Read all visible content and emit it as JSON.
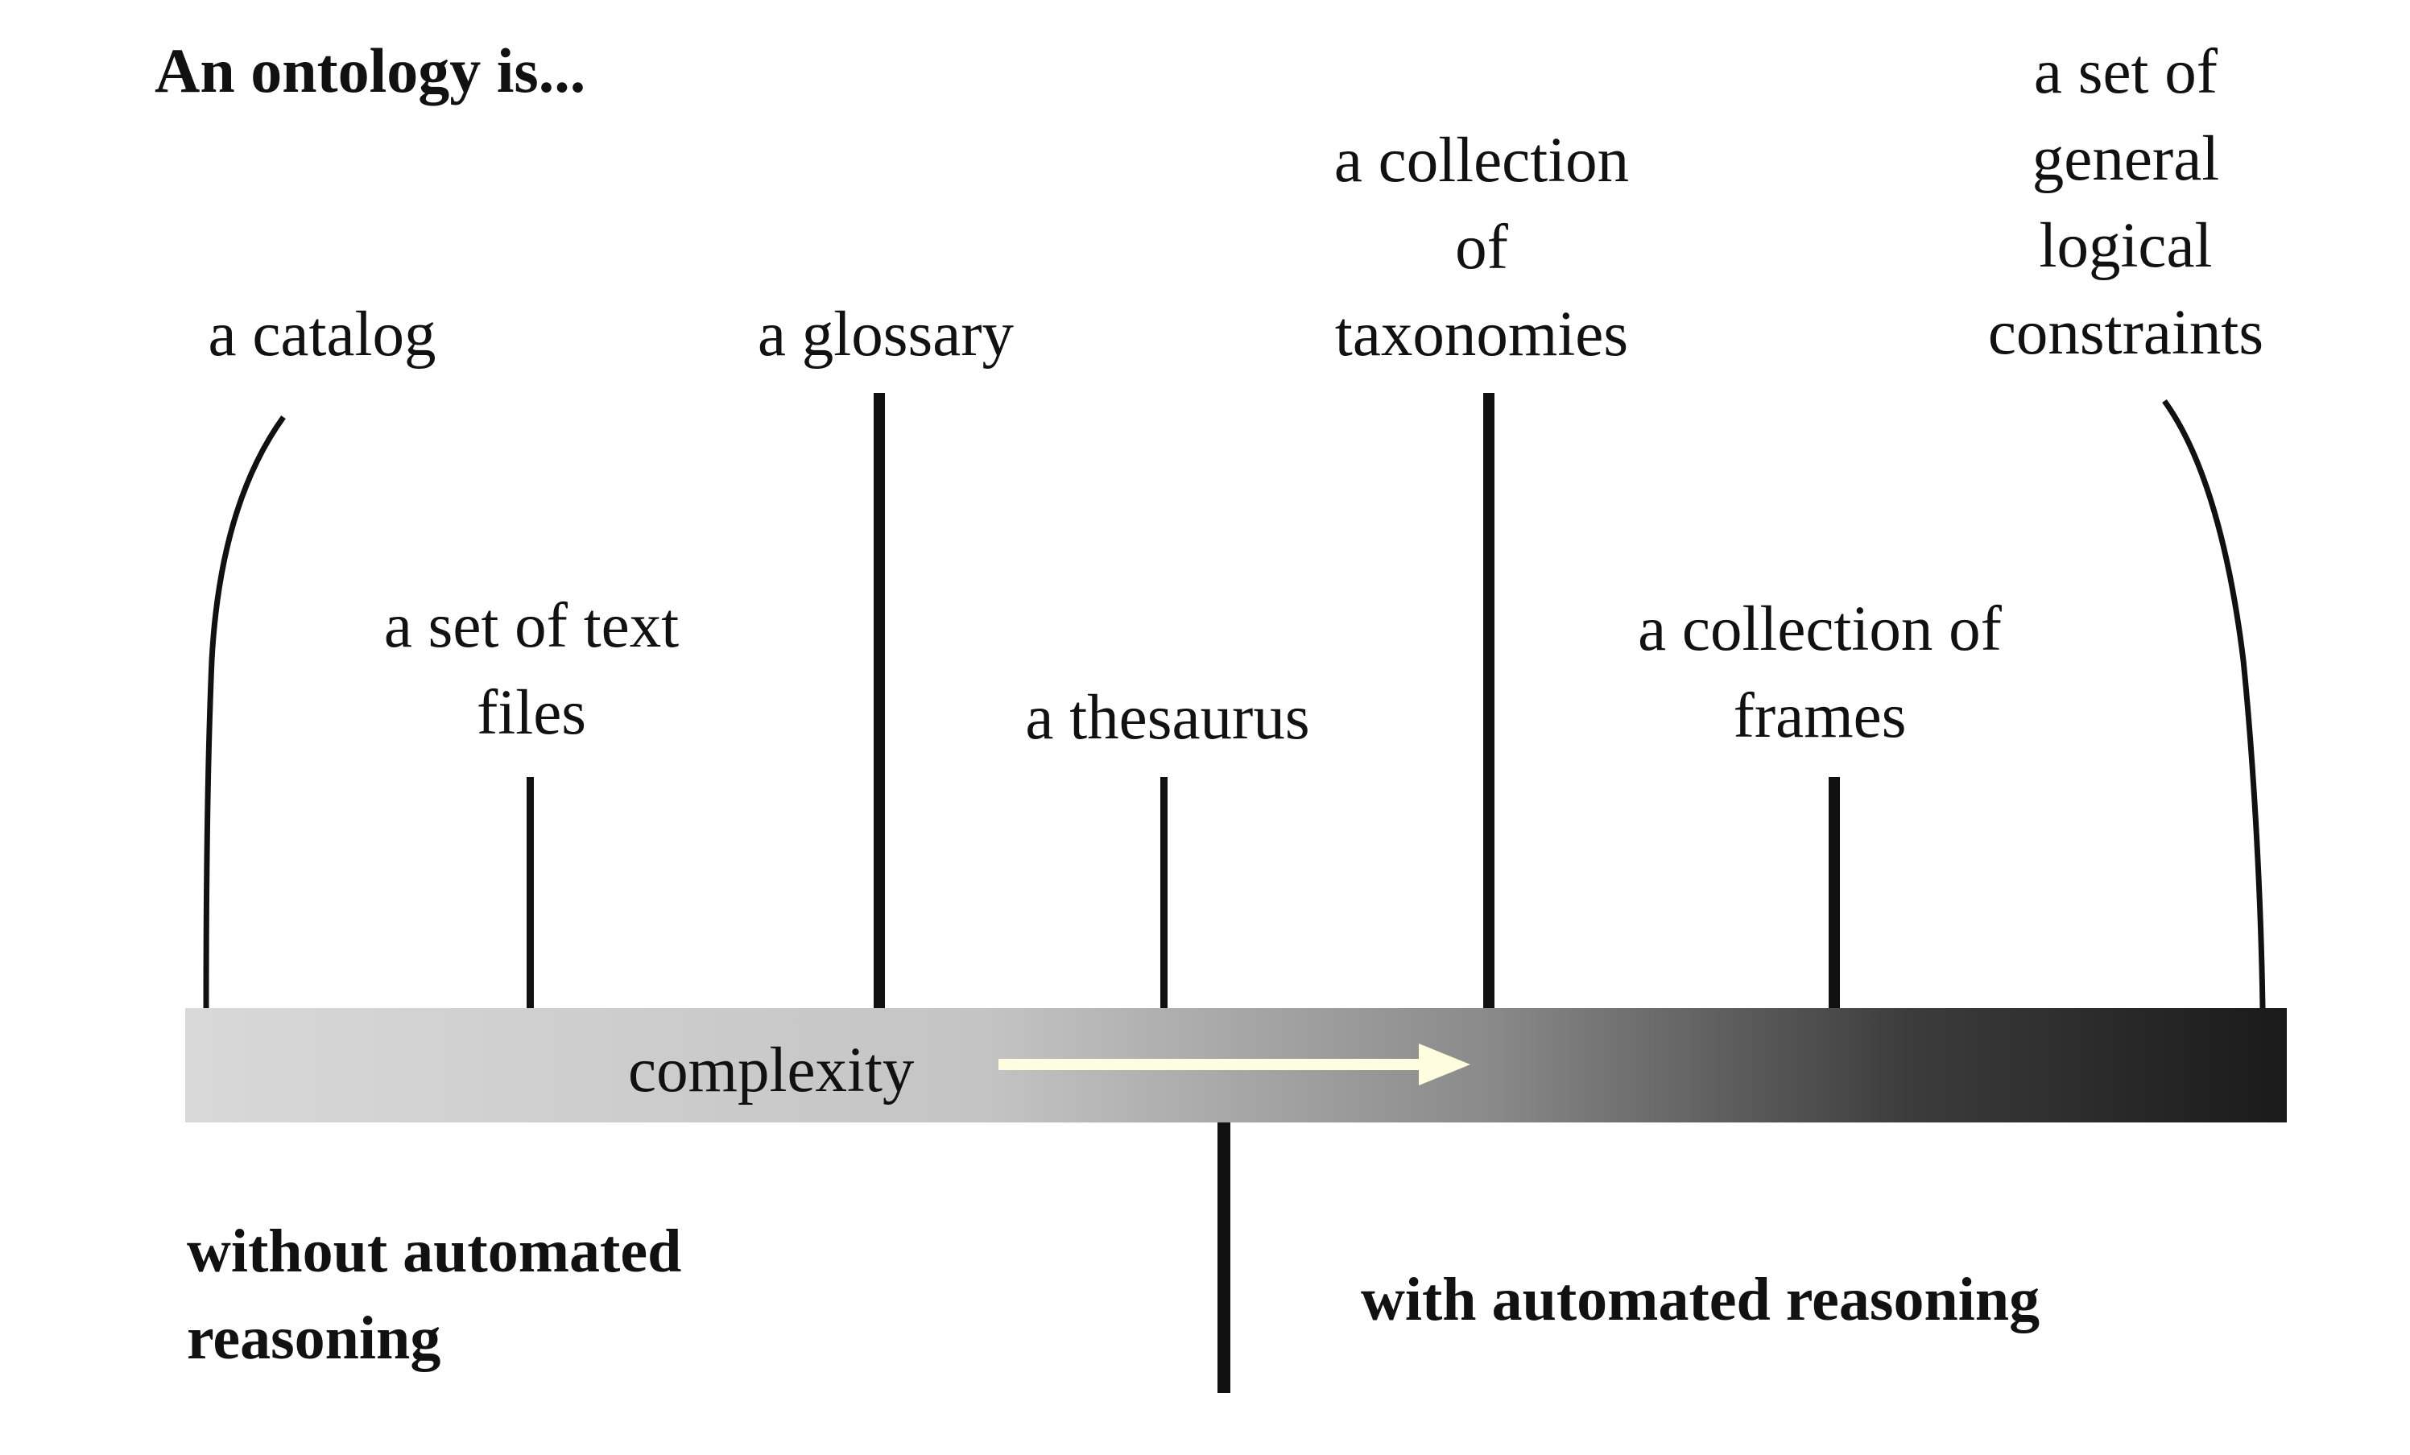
{
  "title": "An ontology is...",
  "spectrum": {
    "catalog": "a catalog",
    "glossary": "a glossary",
    "taxonomies": "a collection\nof\ntaxonomies",
    "constraints": "a set of\ngeneral\nlogical\nconstraints",
    "text_files": "a set of text\nfiles",
    "thesaurus": "a thesaurus",
    "frames": "a collection of\nframes"
  },
  "axis": {
    "label": "complexity",
    "gradient_start": "#d8d8d8",
    "gradient_end": "#1a1a1a",
    "arrow_color": "#fffde0"
  },
  "regions": {
    "without": "without automated\nreasoning",
    "with": "with automated reasoning"
  }
}
